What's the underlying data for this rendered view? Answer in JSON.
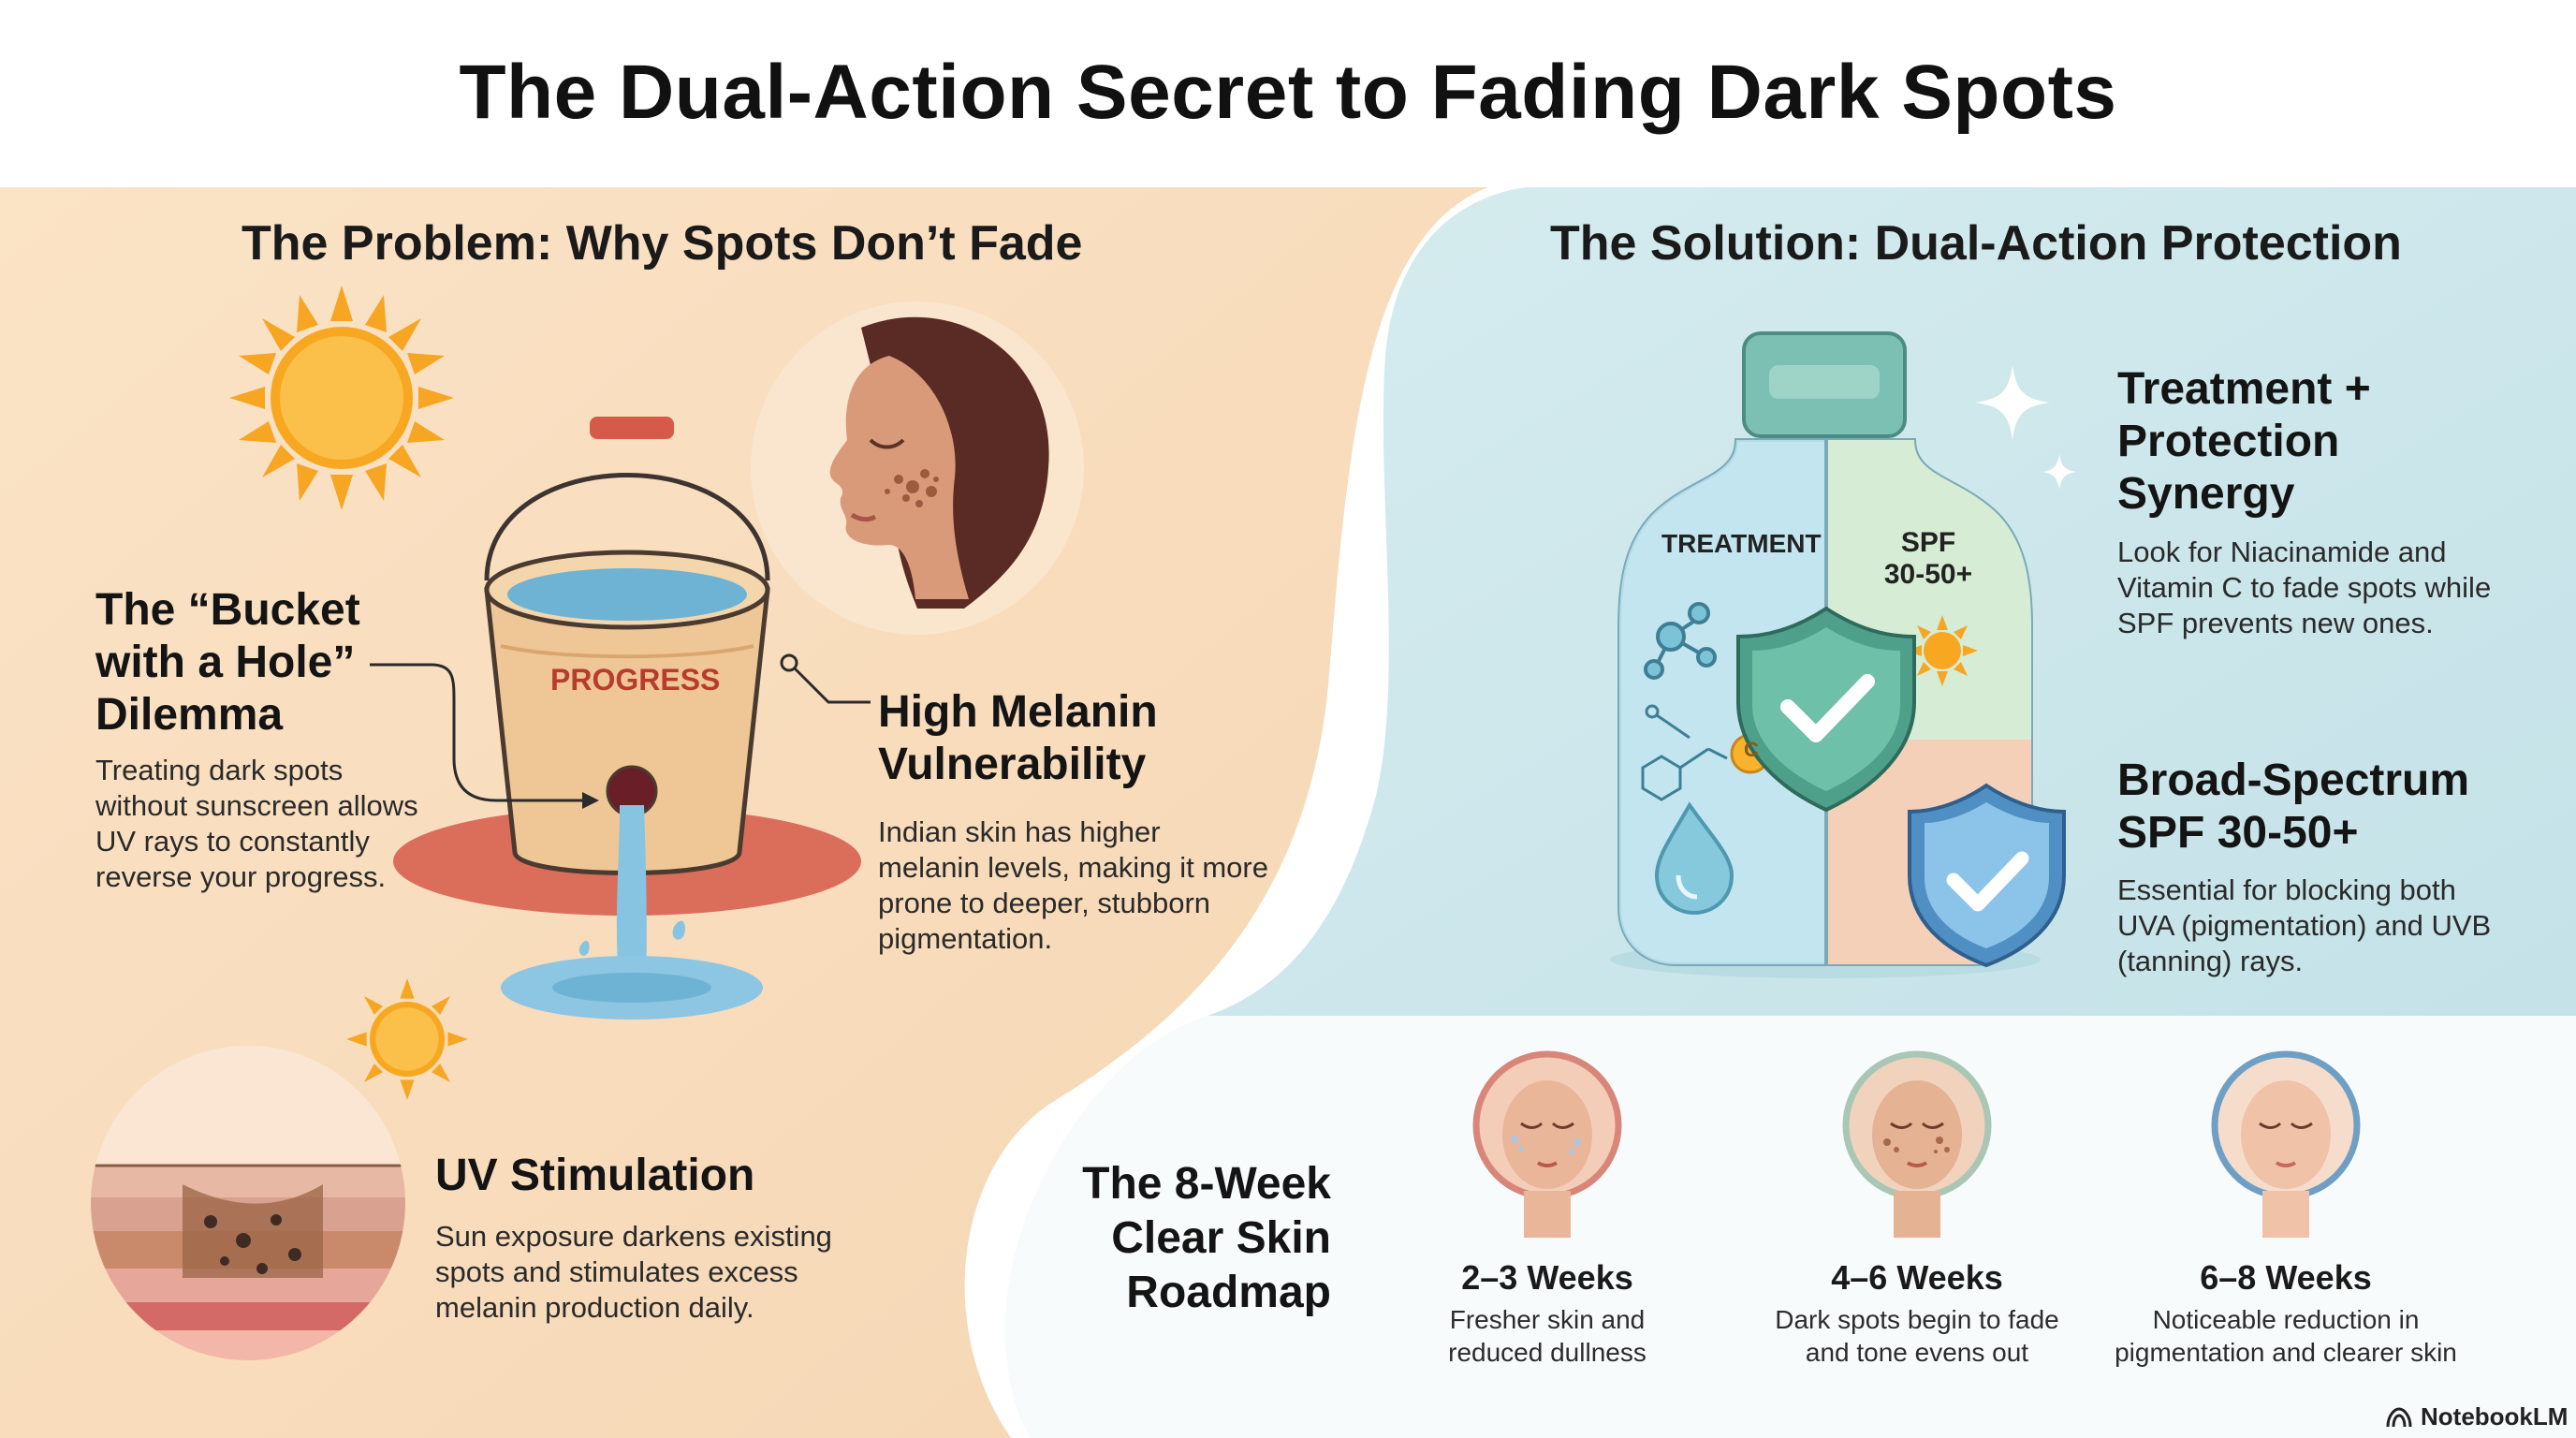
{
  "title": "The Dual-Action Secret to Fading Dark Spots",
  "problem": {
    "title": "The Problem: Why Spots Don’t Fade",
    "bucket_label": "PROGRESS",
    "bucket": {
      "heading_lines": [
        "The “Bucket",
        "with a Hole”",
        "Dilemma"
      ],
      "body_lines": [
        "Treating dark spots",
        "without sunscreen allows",
        "UV rays to constantly",
        "reverse your progress."
      ]
    },
    "melanin": {
      "heading_lines": [
        "High Melanin",
        "Vulnerability"
      ],
      "body_lines": [
        "Indian skin has higher",
        "melanin levels, making it more",
        "prone to deeper, stubborn",
        "pigmentation."
      ]
    },
    "uv": {
      "heading": "UV Stimulation",
      "body_lines": [
        "Sun exposure darkens existing",
        "spots and stimulates excess",
        "melanin production daily."
      ]
    }
  },
  "solution": {
    "title": "The Solution: Dual-Action Protection",
    "bottle": {
      "left_label": "TREATMENT",
      "right_label_lines": [
        "SPF",
        "30-50+"
      ],
      "badge_letter": "C"
    },
    "synergy": {
      "heading_lines": [
        "Treatment +",
        "Protection",
        "Synergy"
      ],
      "body_lines": [
        "Look for Niacinamide and",
        "Vitamin C to fade spots while",
        "SPF prevents new ones."
      ]
    },
    "spf": {
      "heading_lines": [
        "Broad-Spectrum",
        "SPF 30-50+"
      ],
      "body_lines": [
        "Essential for blocking both",
        "UVA (pigmentation) and UVB",
        "(tanning) rays."
      ]
    }
  },
  "roadmap": {
    "title_lines": [
      "The 8-Week",
      "Clear Skin",
      "Roadmap"
    ],
    "stages": [
      {
        "title": "2–3 Weeks",
        "desc_lines": [
          "Fresher skin and",
          "reduced dullness"
        ],
        "ring_color": "#d9867a"
      },
      {
        "title": "4–6 Weeks",
        "desc_lines": [
          "Dark spots begin to fade",
          "and tone evens out"
        ],
        "ring_color": "#a9c7b4"
      },
      {
        "title": "6–8 Weeks",
        "desc_lines": [
          "Noticeable reduction in",
          "pigmentation and clearer skin"
        ],
        "ring_color": "#6f9fc4"
      }
    ]
  },
  "brand": "NotebookLM",
  "colors": {
    "problem_bg": "#f8dcbd",
    "solution_bg": "#cfe8ec",
    "sun": "#f7a623",
    "shield": "#4fa08a",
    "shield_blue": "#5e9fd0"
  }
}
